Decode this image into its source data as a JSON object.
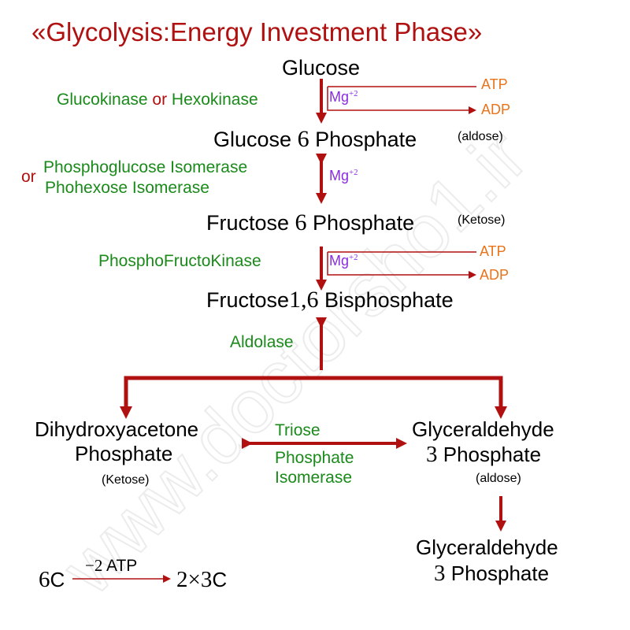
{
  "title": "«Glycolysis:Energy Investment Phase»",
  "watermark": "www.doctorsho1.ir",
  "molecules": {
    "glucose": "Glucose",
    "g6p_pre": "Glucose ",
    "g6p_num": "6",
    "g6p_post": " Phosphate",
    "g6p_tag": "(aldose)",
    "f6p_pre": "Fructose ",
    "f6p_num": "6",
    "f6p_post": " Phosphate",
    "f6p_tag": "(Ketose)",
    "f16bp_pre": "Fructose",
    "f16bp_num": "1,6",
    "f16bp_post": " Bisphosphate",
    "dhap_1": "Dihydroxyacetone",
    "dhap_2": "Phosphate",
    "dhap_tag": "(Ketose)",
    "g3p_1": "Glyceraldehyde",
    "g3p_num": "3",
    "g3p_2": " Phosphate",
    "g3p_tag": "(aldose)",
    "g3p_b_1": "Glyceraldehyde",
    "g3p_b_num": "3",
    "g3p_b_2": " Phosphate"
  },
  "enzymes": {
    "step1_a": "Glucokinase",
    "step1_or": " or ",
    "step1_b": "Hexokinase",
    "step2_or": "or",
    "step2_a": "Phosphoglucose Isomerase",
    "step2_b": "Phohexose Isomerase",
    "step3": "PhosphoFructoKinase",
    "step4": "Aldolase",
    "tpi_1": "Triose",
    "tpi_2": "Phosphate",
    "tpi_3": "Isomerase"
  },
  "cofactors": {
    "mg": "Mg",
    "mg_charge": "+2",
    "atp": "ATP",
    "adp": "ADP"
  },
  "summary": {
    "left_num": "6",
    "left_c": "C",
    "arrow_minus": "−2",
    "arrow_atp": " ATP",
    "right_num": "2×3",
    "right_c": "C"
  },
  "colors": {
    "enzyme": "#1a8a1a",
    "atp_adp": "#e8731a",
    "magnesium": "#8a2be2",
    "arrow": "#b01010",
    "molecule": "#000000"
  }
}
